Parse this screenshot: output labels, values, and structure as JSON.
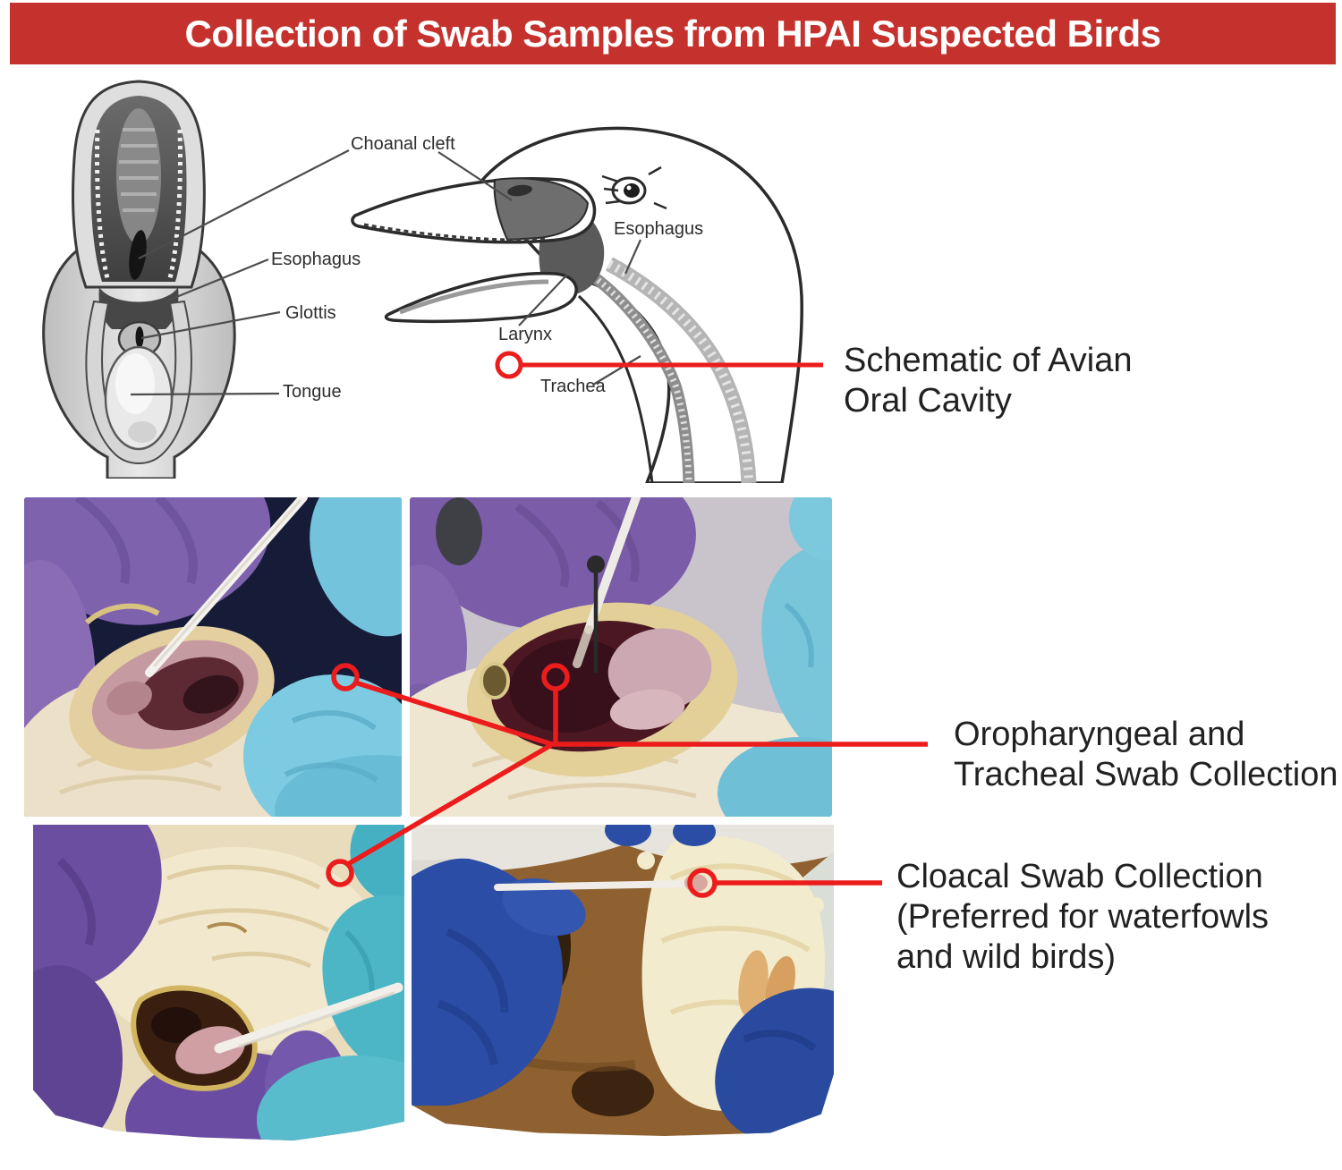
{
  "header": {
    "title": "Collection of Swab Samples from HPAI Suspected Birds"
  },
  "schematic": {
    "labels": {
      "choanal_cleft": "Choanal cleft",
      "esophagus_left": "Esophagus",
      "glottis": "Glottis",
      "tongue": "Tongue",
      "larynx": "Larynx",
      "trachea": "Trachea",
      "esophagus_right": "Esophagus"
    }
  },
  "callouts": {
    "schematic": "Schematic of Avian\nOral Cavity",
    "oropharyngeal": "Oropharyngeal and\nTracheal Swab Collection",
    "cloacal": "Cloacal Swab Collection\n(Preferred for waterfowls\nand wild birds)"
  },
  "colors": {
    "banner_red": "#c5322e",
    "annotation_red": "#ec1c1c",
    "text_dark": "#212121",
    "leader_gray": "#4d4d4d"
  }
}
